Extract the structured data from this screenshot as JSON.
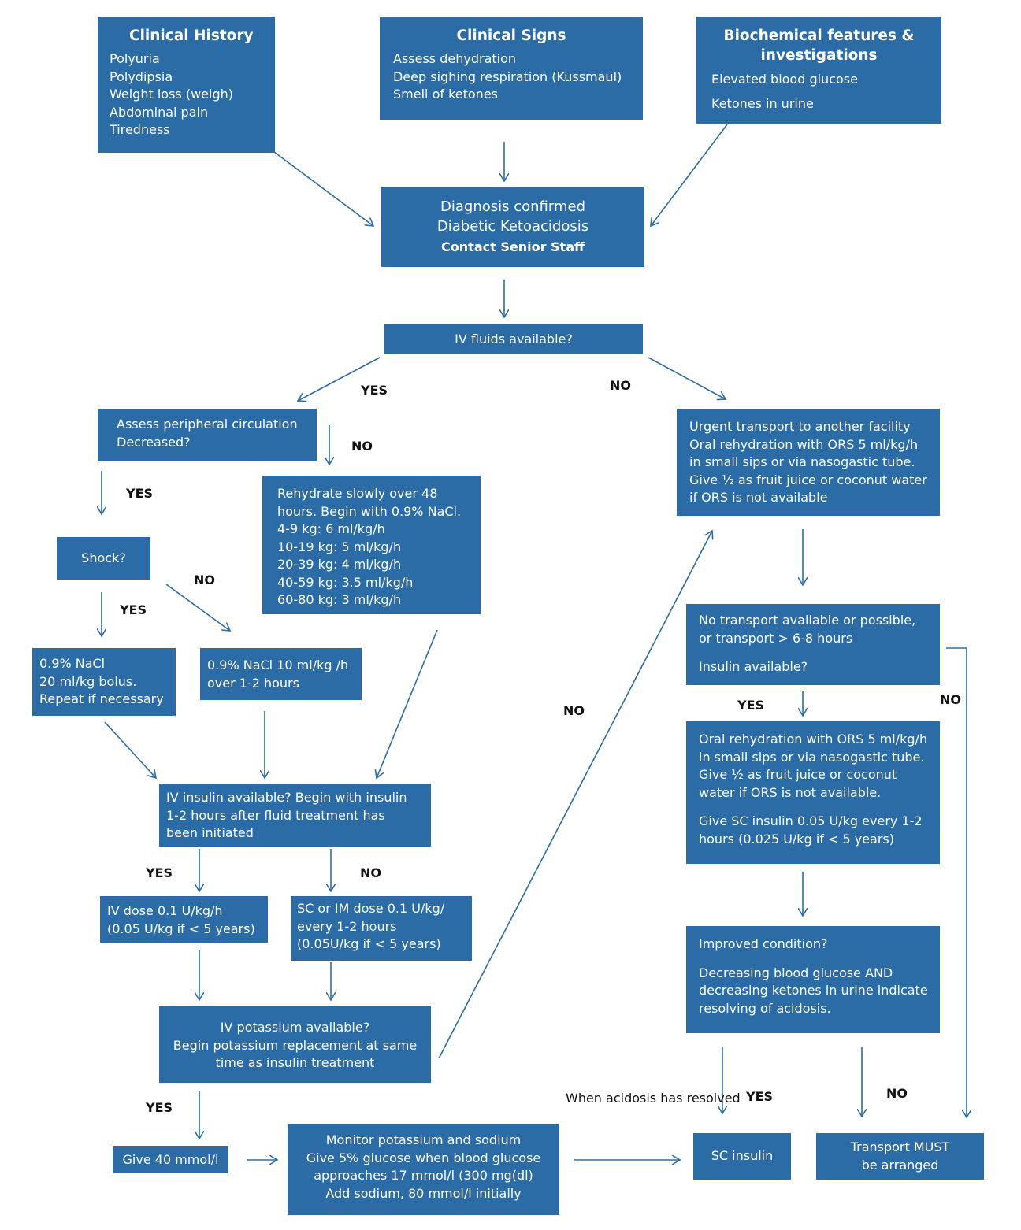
{
  "colors": {
    "box": "#2b6ba6",
    "arrow": "#2b6ba6",
    "text": "#ffffff",
    "label": "#111111"
  },
  "history": {
    "title": "Clinical History",
    "lines": [
      "Polyuria",
      "Polydipsia",
      "Weight loss (weigh)",
      "Abdominal pain",
      "Tiredness"
    ]
  },
  "signs": {
    "title": "Clinical Signs",
    "lines": [
      "Assess dehydration",
      "Deep sighing respiration (Kussmaul)",
      "Smell of ketones"
    ]
  },
  "biochem": {
    "title_1": "Biochemical features &",
    "title_2": "investigations",
    "lines": [
      "Elevated blood glucose",
      "Ketones in urine"
    ]
  },
  "diagnosis": {
    "line_1": "Diagnosis confirmed",
    "line_2": "Diabetic Ketoacidosis",
    "line_3": "Contact Senior Staff"
  },
  "iv_fluids": {
    "text": "IV fluids available?"
  },
  "circulation": {
    "lines": [
      "Assess peripheral circulation",
      "Decreased?"
    ]
  },
  "rehydrate": {
    "lines": [
      "Rehydrate slowly over 48",
      "hours. Begin with 0.9% NaCl.",
      "4-9 kg: 6 ml/kg/h",
      "10-19 kg: 5 ml/kg/h",
      "20-39 kg: 4 ml/kg/h",
      "40-59 kg: 3.5 ml/kg/h",
      "60-80 kg: 3 ml/kg/h"
    ]
  },
  "shock": {
    "text": "Shock?"
  },
  "bolus": {
    "lines": [
      "0.9% NaCl",
      "20 ml/kg bolus.",
      "Repeat if necessary"
    ]
  },
  "nacl10": {
    "lines": [
      "0.9% NaCl 10 ml/kg /h",
      "over 1-2 hours"
    ]
  },
  "iv_insulin": {
    "lines": [
      "IV insulin available? Begin with insulin",
      "1-2 hours after fluid treatment has",
      "been initiated"
    ]
  },
  "iv_dose": {
    "lines": [
      "IV dose 0.1 U/kg/h",
      "(0.05 U/kg if < 5 years)"
    ]
  },
  "sc_im_dose": {
    "lines": [
      "SC or IM dose 0.1 U/kg/",
      "every 1-2 hours",
      "(0.05U/kg if < 5 years)"
    ]
  },
  "potassium": {
    "lines": [
      "IV potassium available?",
      "Begin potassium replacement at same",
      "time as insulin treatment"
    ]
  },
  "give40": {
    "text": "Give 40 mmol/l"
  },
  "monitor": {
    "lines": [
      "Monitor potassium and sodium",
      "Give 5% glucose when blood glucose",
      "approaches 17 mmol/l (300 mg(dl)",
      "Add sodium, 80 mmol/l initially"
    ]
  },
  "transport": {
    "lines": [
      "Urgent transport to another  facility",
      "Oral rehydration with ORS 5 ml/kg/h",
      "in small sips or via nasogastic tube.",
      "Give ½ as fruit juice or coconut water",
      "if ORS is not available"
    ]
  },
  "no_transport": {
    "lines": [
      "No transport available or possible,",
      "or transport > 6-8 hours"
    ],
    "question": "Insulin available?"
  },
  "oral_sc": {
    "lines": [
      "Oral rehydration with ORS 5 ml/kg/h",
      "in small sips or via nasogastic tube.",
      "Give ½ as fruit juice or coconut",
      "water if ORS is not available."
    ],
    "lines_2": [
      "Give SC insulin 0.05 U/kg every 1-2",
      "hours (0.025 U/kg if < 5 years)"
    ]
  },
  "improved": {
    "question": "Improved condition?",
    "lines": [
      "Decreasing blood glucose AND",
      "decreasing ketones in urine indicate",
      "resolving of acidosis."
    ]
  },
  "sc_insulin": {
    "text": "SC insulin"
  },
  "transport_must": {
    "lines": [
      "Transport MUST",
      "be arranged"
    ]
  },
  "acidosis_note": {
    "lines": [
      "When acidosis",
      "has resolved"
    ]
  },
  "labels": {
    "yes": "YES",
    "no": "NO"
  }
}
